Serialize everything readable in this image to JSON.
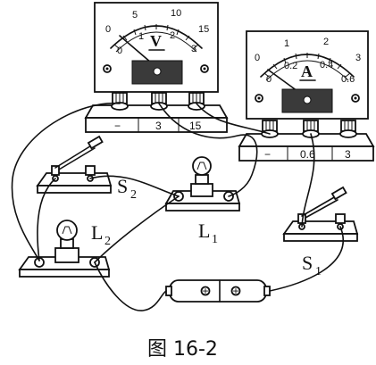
{
  "voltmeter": {
    "symbol": "V",
    "scale_top": [
      "0",
      "5",
      "10",
      "15"
    ],
    "scale_bottom": [
      "0",
      "1",
      "2",
      "3"
    ],
    "terminals": [
      "−",
      "3",
      "15"
    ]
  },
  "ammeter": {
    "symbol": "A",
    "scale_top": [
      "0",
      "1",
      "2",
      "3"
    ],
    "scale_bottom": [
      "0",
      "0.2",
      "0.4",
      "0.6"
    ],
    "terminals": [
      "−",
      "0.6",
      "3"
    ]
  },
  "labels": {
    "s2_main": "S",
    "s2_sub": "2",
    "l1_main": "L",
    "l1_sub": "1",
    "l2_main": "L",
    "l2_sub": "2",
    "s1_main": "S",
    "s1_sub": "1"
  },
  "caption": "图 16-2"
}
